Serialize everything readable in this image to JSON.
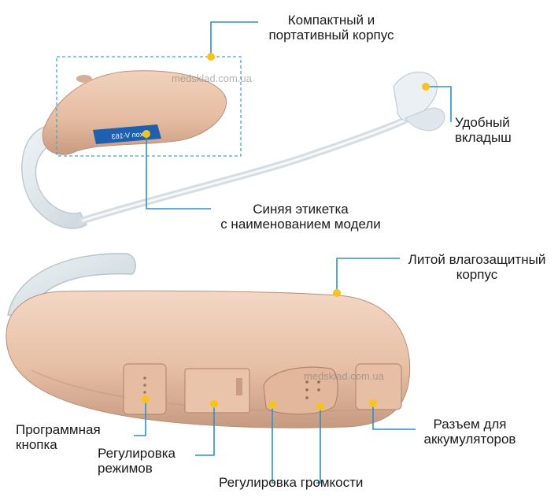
{
  "labels": {
    "compact_case": "Компактный и\nпортативный корпус",
    "comfortable_earpiece": "Удобный\nвкладыш",
    "blue_label": "Синяя этикетка\nс наименованием модели",
    "moisture_proof_case": "Литой влагозащитный\nкорпус",
    "program_button": "Программная\nкнопка",
    "mode_control": "Регулировка\nрежимов",
    "volume_control": "Регулировка громкости",
    "battery_slot": "Разъем для\nаккумуляторов"
  },
  "watermarks": {
    "top": "medsklad.com.ua",
    "bottom": "medsklad.com.ua"
  },
  "device_label_text": "Axon V-163",
  "colors": {
    "callout_line": "#2b8fd0",
    "dot": "#f5c518",
    "body_beige": "#e8c2a8",
    "body_shadow": "#c99d84",
    "label_blue": "#1f5fb0",
    "dashed_box": "#3fa9c9"
  }
}
